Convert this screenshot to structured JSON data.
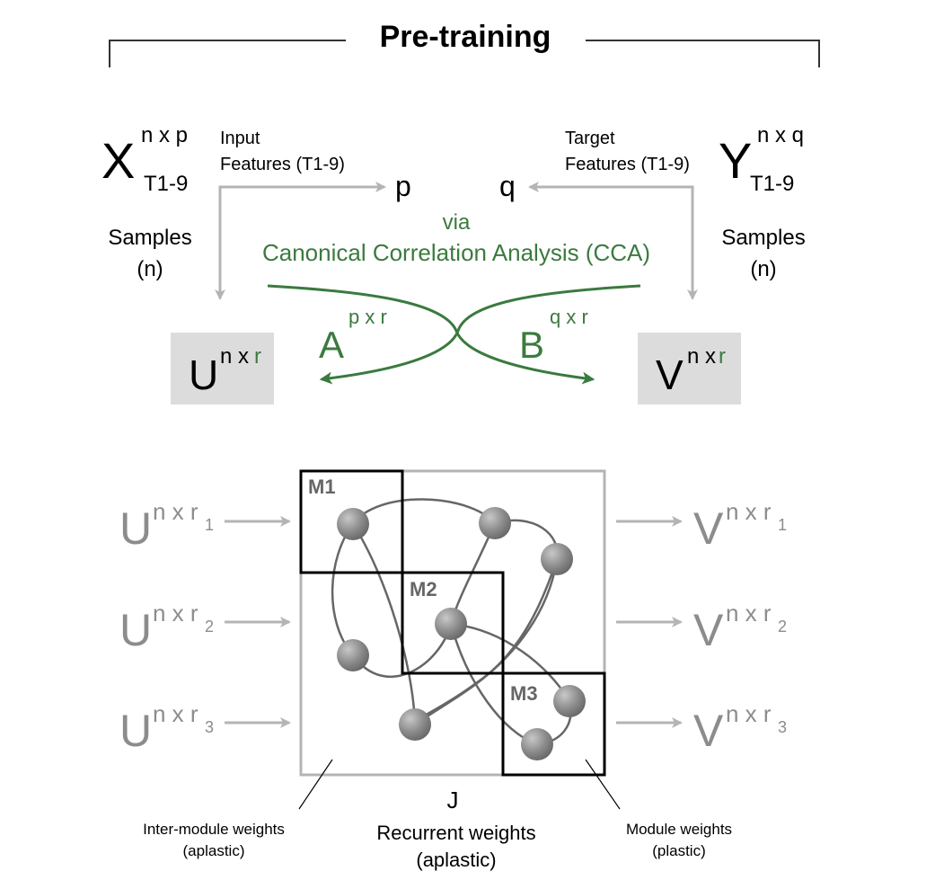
{
  "title": "Pre-training",
  "colors": {
    "green": "#3b7a3f",
    "gray_arrow": "#b4b4b4",
    "gray_text": "#8c8c8c",
    "box_fill": "#dcdcdc",
    "node": "#8c8c8c",
    "edge": "#666666"
  },
  "left": {
    "x_letter": "X",
    "x_sup": "n x p",
    "x_sub": "T1-9",
    "input_label_1": "Input",
    "input_label_2": "Features (T1-9)",
    "p": "p",
    "samples_1": "Samples",
    "samples_2": "(n)",
    "u_letter": "U",
    "u_sup_a": "n x",
    "u_sup_b": "r"
  },
  "right": {
    "y_letter": "Y",
    "y_sup": "n x q",
    "y_sub": "T1-9",
    "target_label_1": "Target",
    "target_label_2": "Features (T1-9)",
    "q": "q",
    "samples_1": "Samples",
    "samples_2": "(n)",
    "v_letter": "V",
    "v_sup_a": "n x",
    "v_sup_b": "r"
  },
  "cca": {
    "via": "via",
    "method": "Canonical Correlation Analysis (CCA)",
    "a_letter": "A",
    "a_sup": "p x r",
    "b_letter": "B",
    "b_sup": "q x r"
  },
  "inputs": [
    {
      "letter": "U",
      "sup": "n x r",
      "sub": "1"
    },
    {
      "letter": "U",
      "sup": "n x r",
      "sub": "2"
    },
    {
      "letter": "U",
      "sup": "n x r",
      "sub": "3"
    }
  ],
  "outputs": [
    {
      "letter": "V",
      "sup": "n x r",
      "sub": "1"
    },
    {
      "letter": "V",
      "sup": "n x r",
      "sub": "2"
    },
    {
      "letter": "V",
      "sup": "n x r",
      "sub": "3"
    }
  ],
  "modules": [
    "M1",
    "M2",
    "M3"
  ],
  "bottom": {
    "j": "J",
    "recurrent_1": "Recurrent weights",
    "recurrent_2": "(aplastic)",
    "inter_1": "Inter-module weights",
    "inter_2": "(aplastic)",
    "module_1": "Module weights",
    "module_2": "(plastic)"
  }
}
